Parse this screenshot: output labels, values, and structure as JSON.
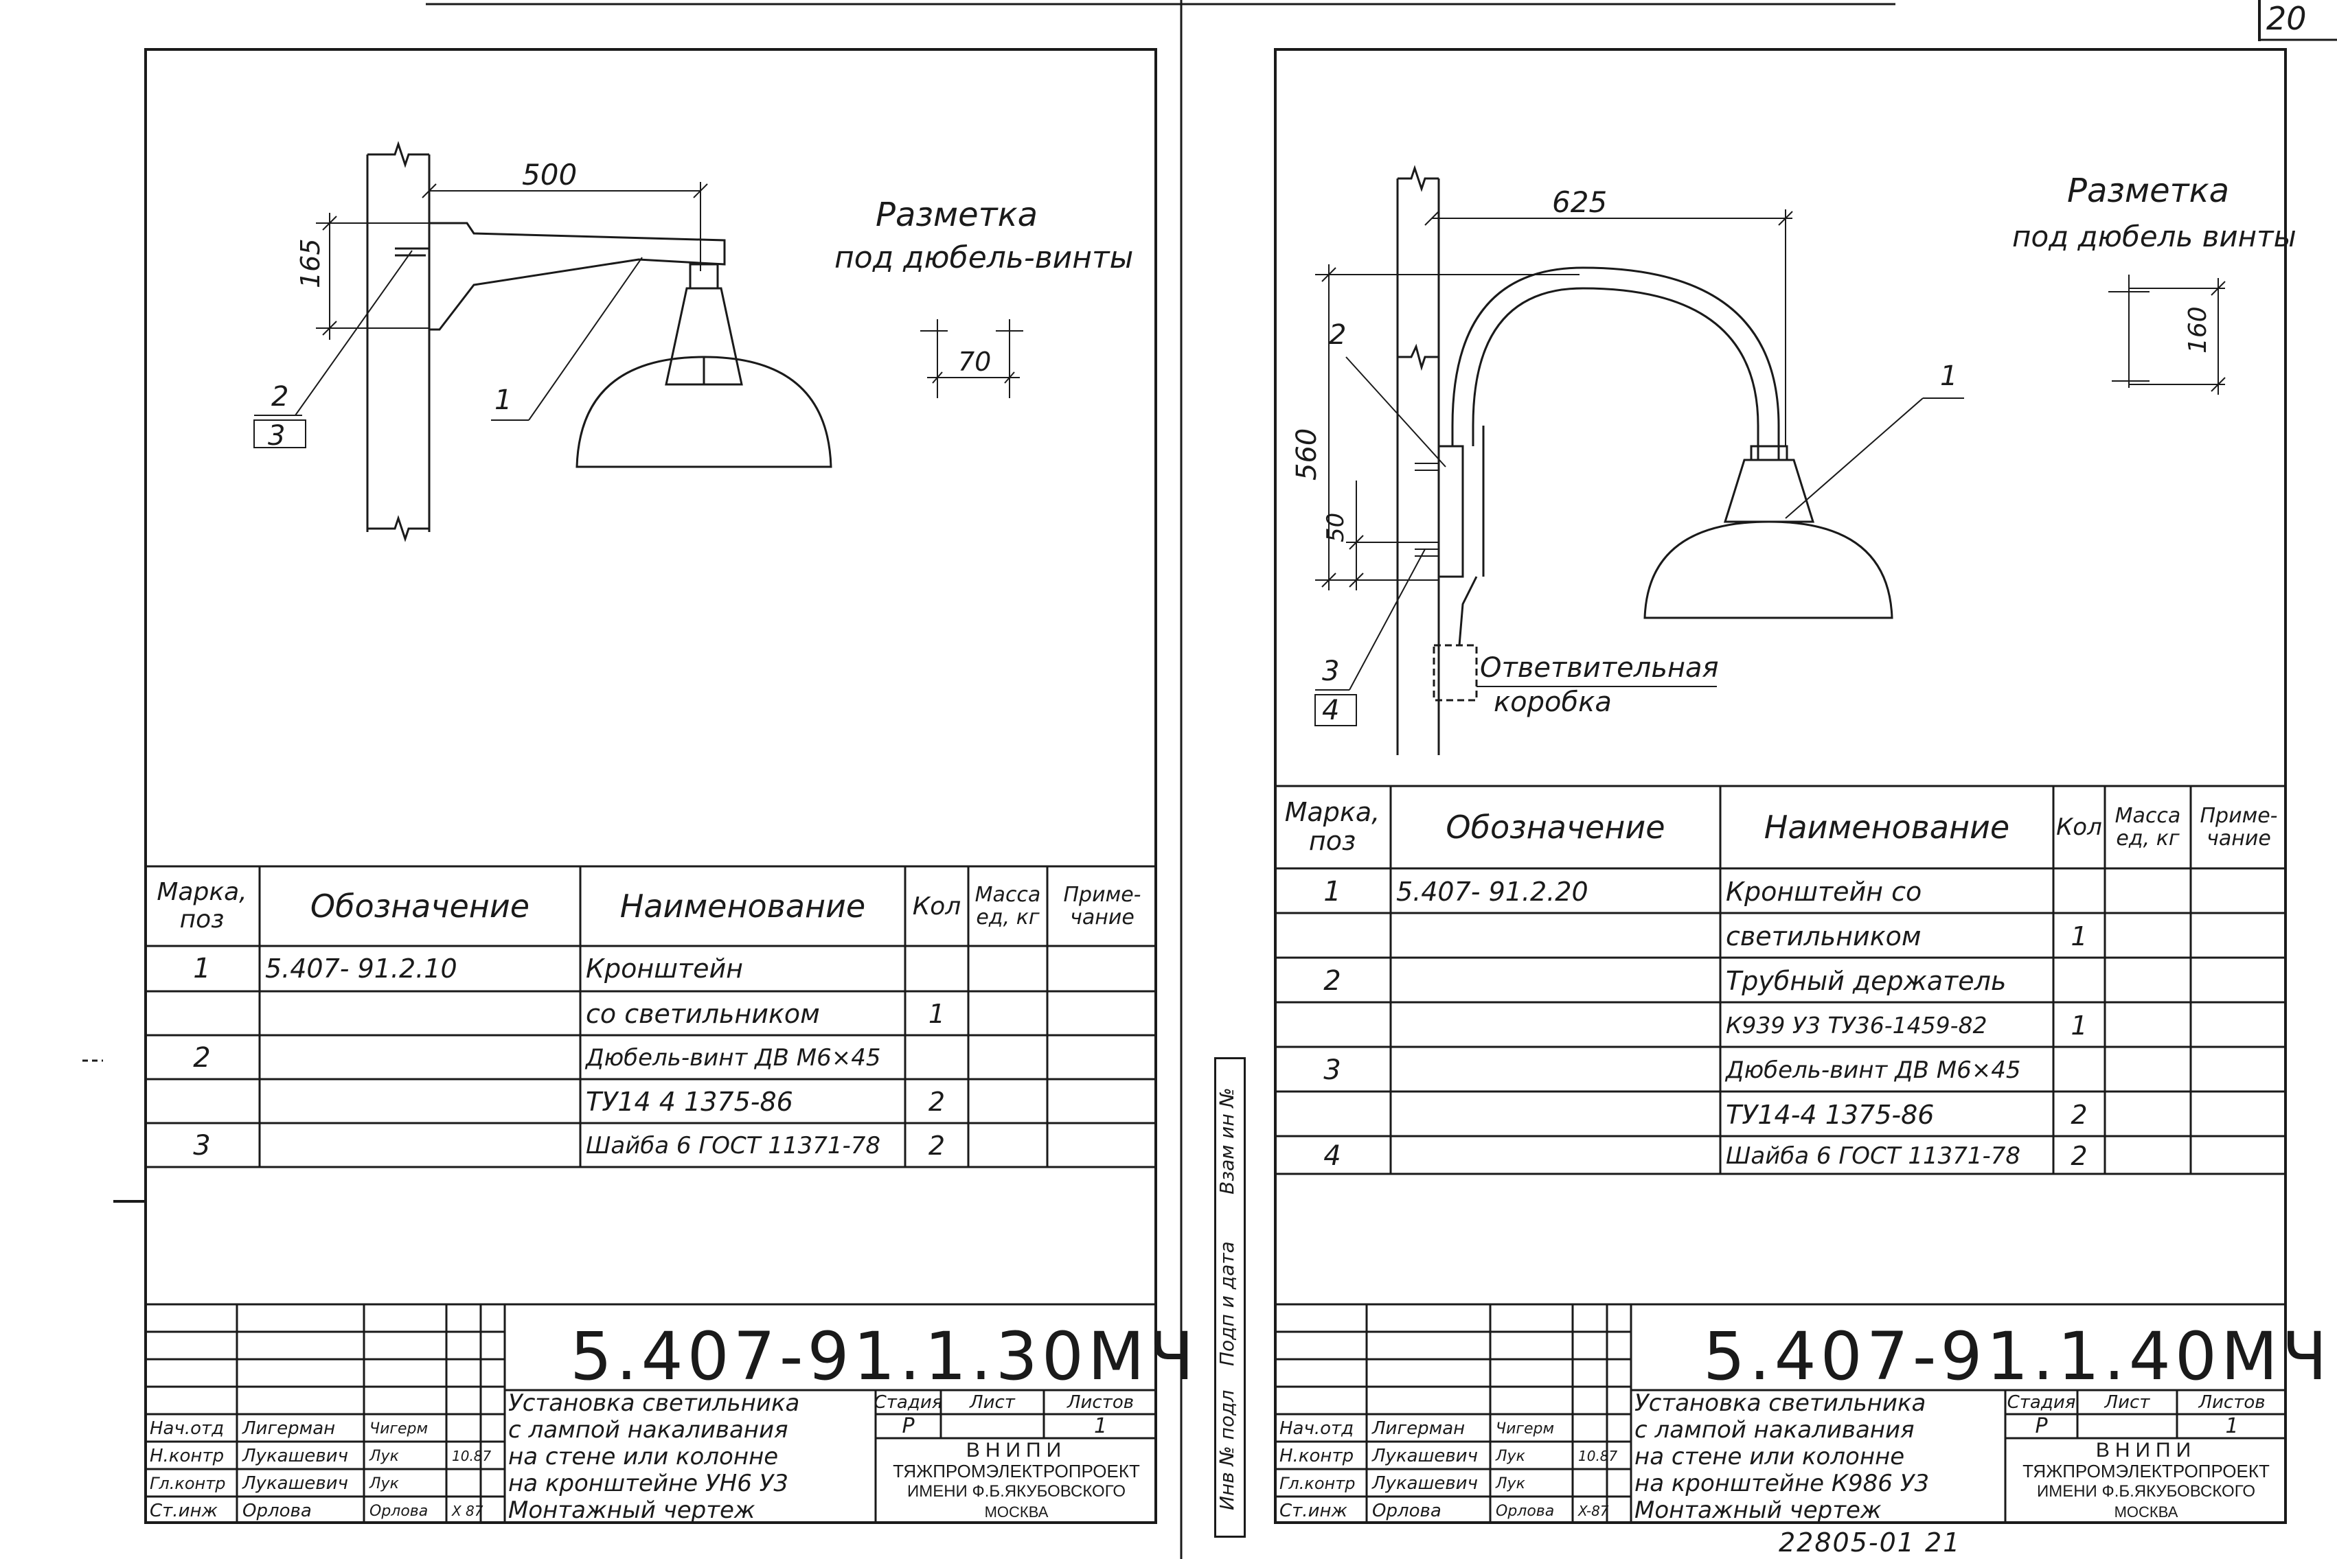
{
  "page_number": "20",
  "footer_archive": "22805-01  21",
  "side_stamp": {
    "inv": "Инв № подл",
    "sign_date": "Подп и дата",
    "replaces": "Взам ин №"
  },
  "left": {
    "title": "Разметка",
    "title2": "под дюбель-винты",
    "dims": {
      "length": "500",
      "height": "165",
      "spacing": "70"
    },
    "leaders": {
      "p1": "1",
      "p2": "2",
      "p3": "3"
    },
    "spec_header": {
      "pos": "Марка, поз",
      "designation": "Обозначение",
      "name": "Наименование",
      "qty": "Кол",
      "mass": "Масса ед, кг",
      "note": "Приме- чание"
    },
    "spec_rows": [
      {
        "pos": "1",
        "designation": "5.407- 91.2.10",
        "name": "Кронштейн",
        "qty": ""
      },
      {
        "pos": "",
        "designation": "",
        "name": "со светильником",
        "qty": "1"
      },
      {
        "pos": "2",
        "designation": "",
        "name": "Дюбель-винт ДВ М6×45",
        "qty": ""
      },
      {
        "pos": "",
        "designation": "",
        "name": "ТУ14 4 1375-86",
        "qty": "2"
      },
      {
        "pos": "3",
        "designation": "",
        "name": "Шайба 6 ГОСТ 11371-78",
        "qty": "2"
      }
    ],
    "code": "5.407-91.1.30МЧ",
    "desc": [
      "Установка светильника",
      "с лампой накаливания",
      "на стене или колонне",
      "на кронштейне УН6 У3",
      "Монтажный чертеж"
    ],
    "stage_labels": {
      "stage": "Стадия",
      "sheet": "Лист",
      "sheets": "Листов"
    },
    "stage_values": {
      "stage": "Р",
      "sheet": "",
      "sheets": "1"
    },
    "org": [
      "ВНИПИ",
      "ТЯЖПРОМЭЛЕКТРОПРОЕКТ",
      "ИМЕНИ Ф.Б.ЯКУБОВСКОГО",
      "МОСКВА"
    ],
    "staff": [
      {
        "role": "Нач.отд",
        "name": "Лигерман",
        "sign": "Чигерм",
        "date": ""
      },
      {
        "role": "Н.контр",
        "name": "Лукашевич",
        "sign": "Лук",
        "date": "10.87"
      },
      {
        "role": "Гл.контр",
        "name": "Лукашевич",
        "sign": "Лук",
        "date": ""
      },
      {
        "role": "Ст.инж",
        "name": "Орлова",
        "sign": "Орлова",
        "date": "X 87"
      }
    ]
  },
  "right": {
    "title": "Разметка",
    "title2": "под дюбель винты",
    "dims": {
      "length": "625",
      "height": "560",
      "spacing": "160",
      "small": "50"
    },
    "leaders": {
      "p1": "1",
      "p2": "2",
      "p3": "3",
      "p4": "4"
    },
    "box_label": [
      "Ответвительная",
      "коробка"
    ],
    "spec_header": {
      "pos": "Марка, поз",
      "designation": "Обозначение",
      "name": "Наименование",
      "qty": "Кол",
      "mass": "Масса ед, кг",
      "note": "Приме- чание"
    },
    "spec_rows": [
      {
        "pos": "1",
        "designation": "5.407- 91.2.20",
        "name": "Кронштейн со",
        "qty": ""
      },
      {
        "pos": "",
        "designation": "",
        "name": "светильником",
        "qty": "1"
      },
      {
        "pos": "2",
        "designation": "",
        "name": "Трубный держатель",
        "qty": ""
      },
      {
        "pos": "",
        "designation": "",
        "name": "К939 У3 ТУ36-1459-82",
        "qty": "1"
      },
      {
        "pos": "3",
        "designation": "",
        "name": "Дюбель-винт ДВ М6×45",
        "qty": ""
      },
      {
        "pos": "",
        "designation": "",
        "name": "ТУ14-4 1375-86",
        "qty": "2"
      },
      {
        "pos": "4",
        "designation": "",
        "name": "Шайба 6 ГОСТ 11371-78",
        "qty": "2"
      }
    ],
    "code": "5.407-91.1.40МЧ",
    "desc": [
      "Установка светильника",
      "с лампой накаливания",
      "на стене или колонне",
      "на кронштейне К986 У3",
      "Монтажный чертеж"
    ],
    "stage_labels": {
      "stage": "Стадия",
      "sheet": "Лист",
      "sheets": "Листов"
    },
    "stage_values": {
      "stage": "Р",
      "sheet": "",
      "sheets": "1"
    },
    "org": [
      "ВНИПИ",
      "ТЯЖПРОМЭЛЕКТРОПРОЕКТ",
      "ИМЕНИ Ф.Б.ЯКУБОВСКОГО",
      "МОСКВА"
    ],
    "staff": [
      {
        "role": "Нач.отд",
        "name": "Лигерман",
        "sign": "Чигерм",
        "date": ""
      },
      {
        "role": "Н.контр",
        "name": "Лукашевич",
        "sign": "Лук",
        "date": "10.87"
      },
      {
        "role": "Гл.контр",
        "name": "Лукашевич",
        "sign": "Лук",
        "date": ""
      },
      {
        "role": "Ст.инж",
        "name": "Орлова",
        "sign": "Орлова",
        "date": "X-87"
      }
    ]
  }
}
